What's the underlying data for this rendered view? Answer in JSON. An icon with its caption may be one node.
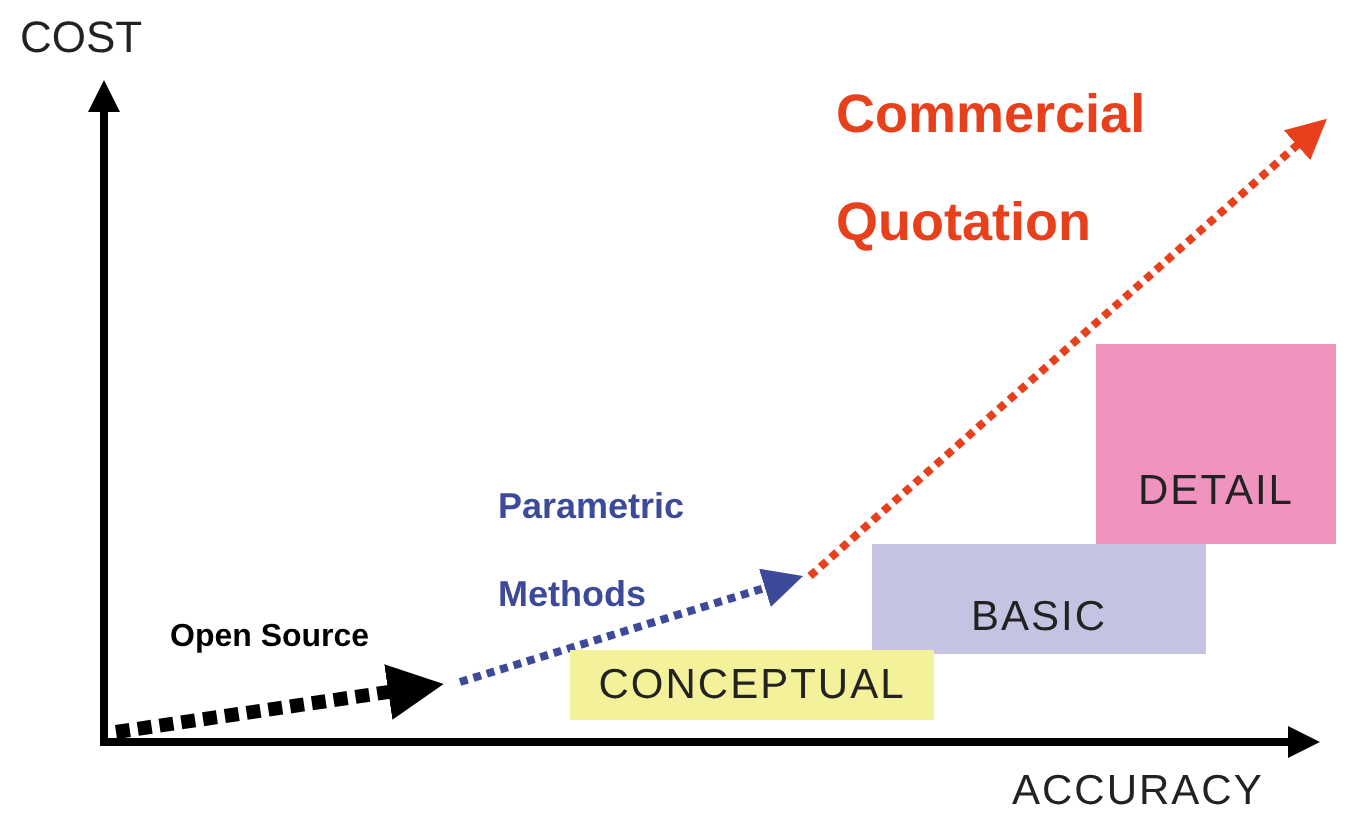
{
  "diagram": {
    "nodes": [
      {
        "text": [
          "CONCEPTUAL"
        ]
      },
      {
        "text": [
          "BASIC"
        ]
      },
      {
        "text": [
          "DETAIL"
        ]
      }
    ],
    "labels": [
      "COST",
      "ACCURACY",
      "Open Source",
      "Parametric Methods",
      "Commercial Quotation"
    ]
  }
}
